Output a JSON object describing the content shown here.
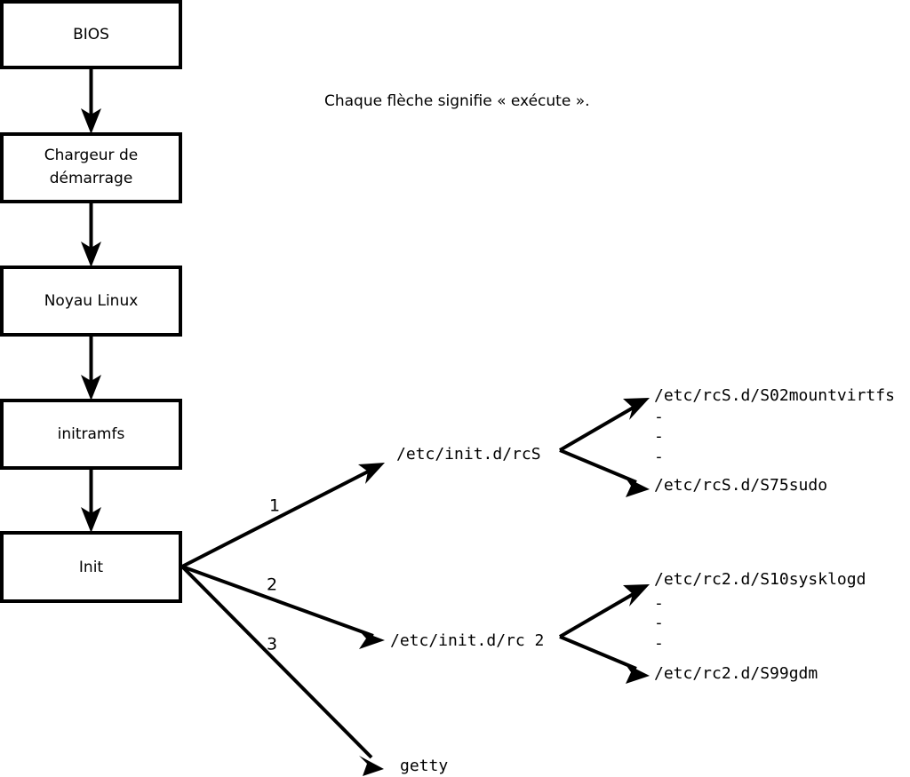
{
  "caption": {
    "text": "Chaque flèche signifie « exécute »."
  },
  "boot_chain": {
    "boxes": [
      {
        "label": "BIOS"
      },
      {
        "label_line1": "Chargeur de",
        "label_line2": "démarrage"
      },
      {
        "label": "Noyau Linux"
      },
      {
        "label": "initramfs"
      },
      {
        "label": "Init"
      }
    ]
  },
  "init_branches": [
    {
      "number": "1",
      "target": "/etc/init.d/rcS"
    },
    {
      "number": "2",
      "target": "/etc/init.d/rc 2"
    },
    {
      "number": "3",
      "target": "getty"
    }
  ],
  "rcs_scripts": {
    "first": "/etc/rcS.d/S02mountvirtfs",
    "last": "/etc/rcS.d/S75sudo",
    "ellipsis": [
      "-",
      "-",
      "-"
    ]
  },
  "rc2_scripts": {
    "first": "/etc/rc2.d/S10sysklogd",
    "last": "/etc/rc2.d/S99gdm",
    "ellipsis": [
      "-",
      "-",
      "-"
    ]
  },
  "colors": {
    "stroke": "#000000",
    "fill": "#ffffff",
    "text": "#000000"
  }
}
